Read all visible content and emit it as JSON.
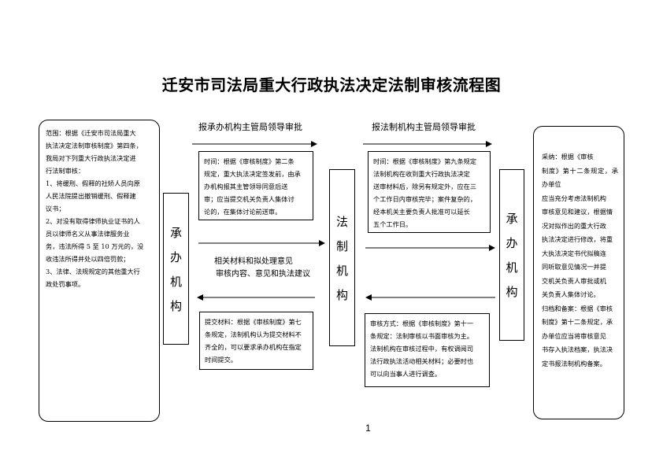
{
  "title": "迁安市司法局重大行政执法决定法制审核流程图",
  "scope_box": {
    "lines": [
      "范围：根据《迁安市司法局重大",
      "执法决定法制审核制度》第四条，",
      "我局对下列重大行政执法决定进",
      "行法制审核：",
      "1、将缓刑、假释的社矫人员向原",
      "人民法院提出撤销缓刑、假释建",
      "议书；",
      "2、对没有取得律师执业证书的人",
      "员以律师名义从事法律服务业",
      "务，违法所得 5 至 10 万元的，没",
      "收违法所得并处以四倍罚款；",
      "3、法律、法规规定的其他重大行",
      "政处罚事项。"
    ]
  },
  "labels": {
    "top_left": "报承办机构主管局领导审批",
    "top_right": "报法制机构主管局领导审批",
    "middle_line1": "相关材料和拟处理意见",
    "middle_line2": "审核内容、意见和执法建议"
  },
  "vertical_boxes": {
    "left": [
      "承",
      "办",
      "机",
      "构"
    ],
    "center": [
      "法",
      "制",
      "机",
      "构"
    ],
    "right": [
      "承",
      "办",
      "机",
      "构"
    ]
  },
  "time_box_left": {
    "lines": [
      "时间：根据《审核制度》第二条",
      "规定，重大执法决定签发前，由承",
      "办机构报其主管领导同意后送",
      "审；应当提交机关负责人集体讨",
      "论的，在集体讨论前送审。"
    ]
  },
  "time_box_right": {
    "lines": [
      "时间：根据《审核制度》第九条规定",
      "法制机构在收到重大行政执法决定",
      "送审材料后，除另有规定外，应在三",
      "个工作日内审核完毕；案件复杂的，",
      "经本机关主要负责人批准可以延长",
      "五个工作日。"
    ]
  },
  "submit_box": {
    "lines": [
      "提交材料：根据《审核制度》第七",
      "条规定，法制机构认为提交材料不",
      "齐全的，可以要求承办机构在指定",
      "时间提交。"
    ]
  },
  "review_box": {
    "lines": [
      "审核方式：根据《审核制度》第十一",
      "条规定：法制审核以书面审核为主。",
      "法制机构在审核过程中，有权调阅司",
      "法行政执法活动相关材料；必要时也",
      "可以向当事人进行调查。"
    ]
  },
  "adopt_box": {
    "lines": [
      "采纳：根据《审核",
      "制度》第十二条规定，承办单位",
      "应当充分考虑法制机构",
      "审核意见和建议，根据情",
      "况对拟作出的重大行政",
      "执法决定进行修改，将重",
      "大执法决定书代拟稿连",
      "同听取意见情况一并提",
      "交机关负责人审批或机",
      "关负责人集体讨论。",
      "归档和备案：根据《审核",
      "制度》第十二条规定，承",
      "办单位应当将审核意见",
      "书存入执法档案，执法决",
      "定书报法制机构备案。"
    ]
  },
  "page_number": "1"
}
